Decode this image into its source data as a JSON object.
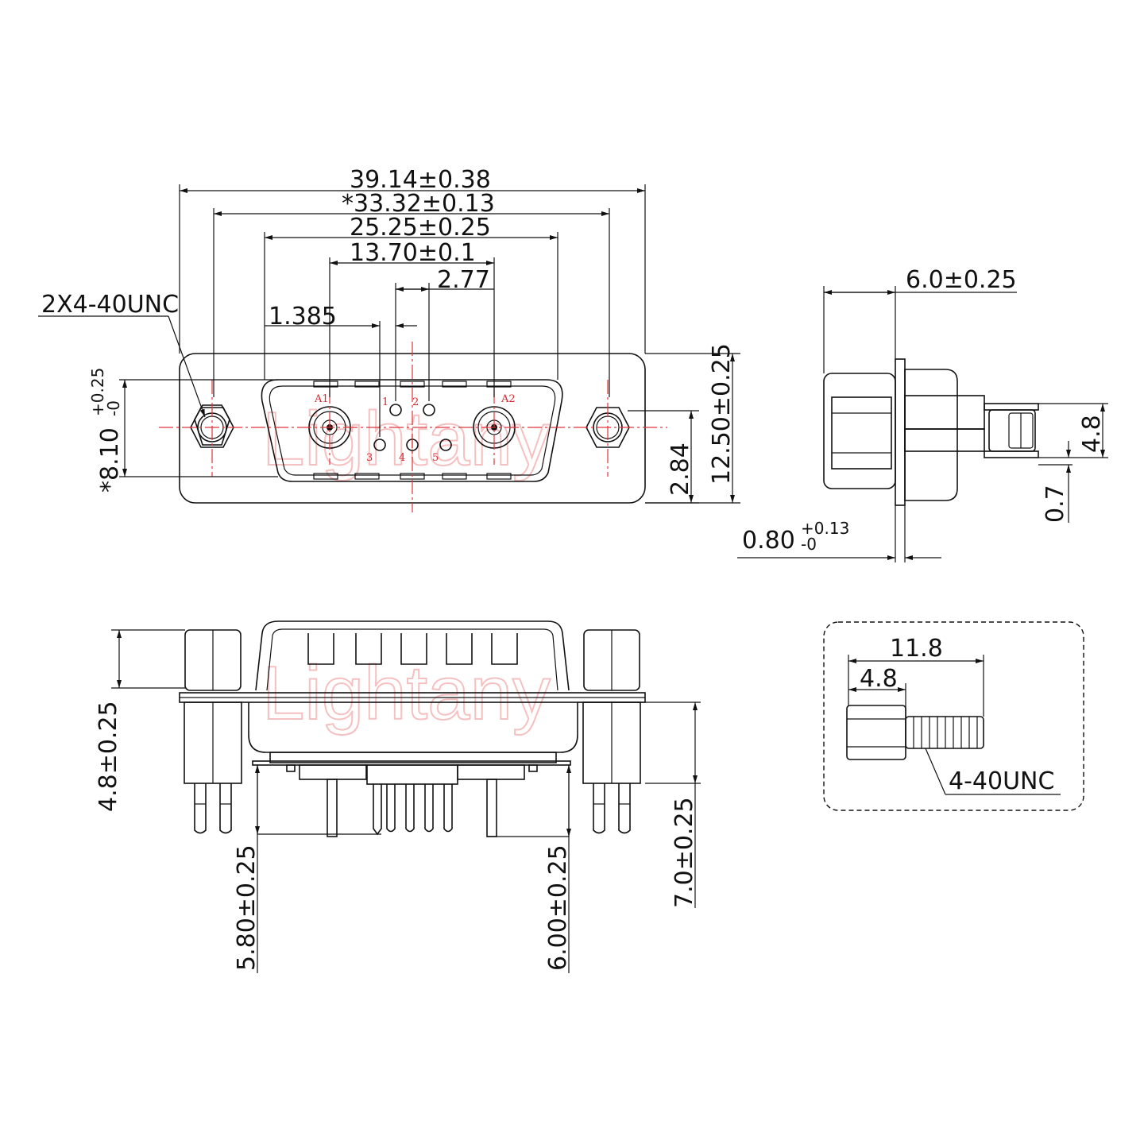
{
  "watermark": "Lightany",
  "front_view": {
    "overall_width": "39.14±0.38",
    "mount_hole_spacing": "*33.32±0.13",
    "shell_width": "25.25±0.25",
    "power_contact_spacing": "13.70±0.1",
    "signal_pitch": "2.77",
    "half_pitch": "1.385",
    "thread_callout": "2X4-40UNC",
    "shell_height": "*8.10",
    "shell_height_tol_upper": "+0.25",
    "shell_height_tol_lower": "-0",
    "flange_height": "12.50±0.25",
    "center_offset": "2.84",
    "pin_labels": [
      "A1",
      "A2",
      "1",
      "2",
      "3",
      "4",
      "5"
    ]
  },
  "side_view": {
    "depth": "6.0±0.25",
    "pin_height": "4.8",
    "pin_thickness": "0.7",
    "flange_thickness": "0.80",
    "flange_tol_upper": "+0.13",
    "flange_tol_lower": "-0"
  },
  "bottom_view": {
    "standoff_height": "4.8±0.25",
    "tail_length_left": "5.80±0.25",
    "tail_length_right": "6.00±0.25",
    "body_depth": "7.0±0.25"
  },
  "detail_view": {
    "total_length": "11.8",
    "hex_length": "4.8",
    "thread": "4-40UNC"
  }
}
